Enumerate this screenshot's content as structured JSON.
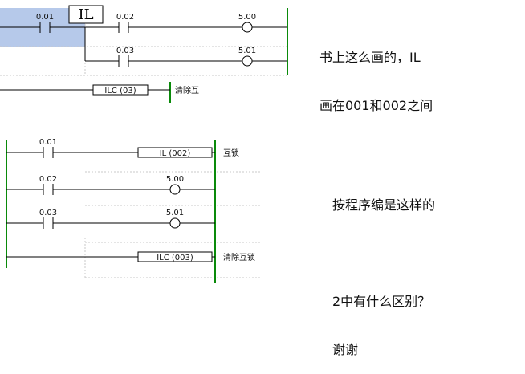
{
  "diagram1": {
    "rung1": {
      "contact": "0.01",
      "il_glyph": "IL",
      "contact2": "0.02",
      "coil": "5.00"
    },
    "rung2": {
      "contact": "0.03",
      "coil": "5.01"
    },
    "rung3": {
      "instr": "ILC (03)",
      "comment": "清除互"
    }
  },
  "diagram2": {
    "rung1": {
      "contact": "0.01",
      "instr": "IL (002)",
      "comment": "互锁"
    },
    "rung2": {
      "contact": "0.02",
      "coil": "5.00"
    },
    "rung3": {
      "contact": "0.03",
      "coil": "5.01"
    },
    "rung4": {
      "instr": "ILC (003)",
      "comment": "清除互锁"
    }
  },
  "notes": {
    "note1_line1": "书上这么画的，IL",
    "note1_line2": "画在001和002之间",
    "note2_line1": "按程序编是这样的",
    "note2_line2": "2中有什么区别？",
    "note2_line3": "谢谢"
  },
  "colors": {
    "power_rail": "#0a8a0a",
    "selection": "#a9bfe6",
    "wire": "#000000",
    "grid": "#c8c8c8"
  }
}
